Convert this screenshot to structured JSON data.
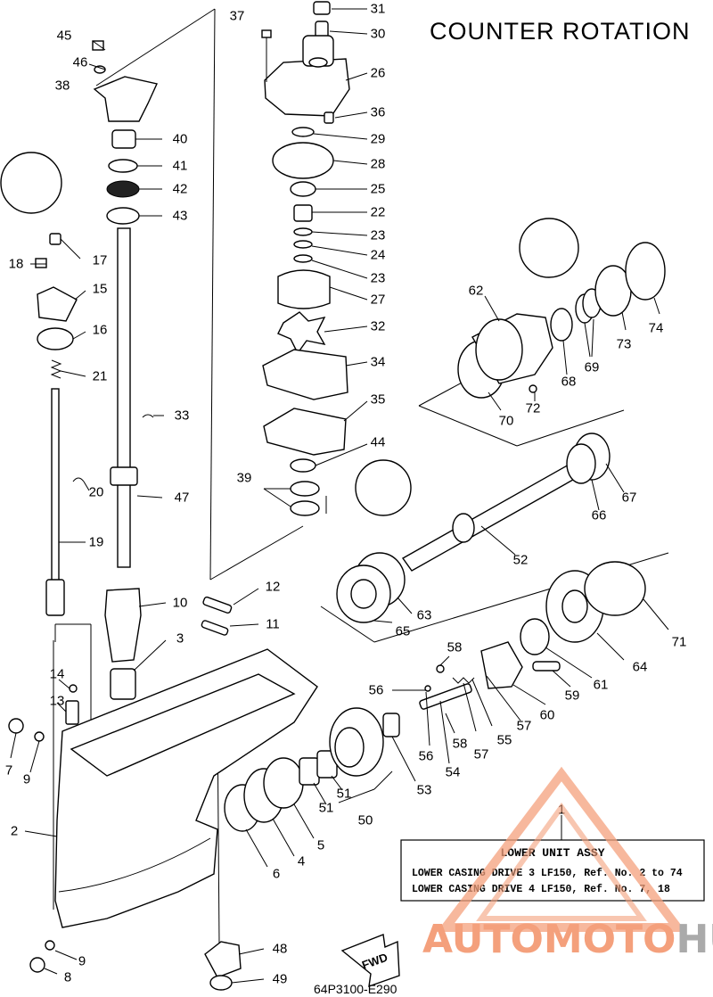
{
  "title": "COUNTER ROTATION",
  "diagram_code": "64P3100-E290",
  "direction_label": "FWD",
  "info_box": {
    "ref_no": "1",
    "heading": "LOWER UNIT ASSY",
    "lines": [
      "LOWER CASING DRIVE 3 LF150, Ref. No. 2 to 74",
      "LOWER CASING DRIVE 4 LF150, Ref. No. 7, 18"
    ]
  },
  "watermark": {
    "part1": "AUTOMOTO",
    "part2": "HUB",
    "color1": "#f4a07c",
    "color2": "#aaaaaa"
  },
  "callouts": [
    {
      "id": "31",
      "label": "31"
    },
    {
      "id": "30",
      "label": "30"
    },
    {
      "id": "37",
      "label": "37"
    },
    {
      "id": "45",
      "label": "45"
    },
    {
      "id": "46",
      "label": "46"
    },
    {
      "id": "38",
      "label": "38"
    },
    {
      "id": "26",
      "label": "26"
    },
    {
      "id": "36",
      "label": "36"
    },
    {
      "id": "40",
      "label": "40"
    },
    {
      "id": "29",
      "label": "29"
    },
    {
      "id": "41",
      "label": "41"
    },
    {
      "id": "28",
      "label": "28"
    },
    {
      "id": "42",
      "label": "42"
    },
    {
      "id": "25",
      "label": "25"
    },
    {
      "id": "43",
      "label": "43"
    },
    {
      "id": "22",
      "label": "22"
    },
    {
      "id": "23a",
      "label": "23"
    },
    {
      "id": "17",
      "label": "17"
    },
    {
      "id": "24",
      "label": "24"
    },
    {
      "id": "18",
      "label": "18"
    },
    {
      "id": "23b",
      "label": "23"
    },
    {
      "id": "15",
      "label": "15"
    },
    {
      "id": "27",
      "label": "27"
    },
    {
      "id": "62",
      "label": "62"
    },
    {
      "id": "74",
      "label": "74"
    },
    {
      "id": "16",
      "label": "16"
    },
    {
      "id": "32",
      "label": "32"
    },
    {
      "id": "73",
      "label": "73"
    },
    {
      "id": "21",
      "label": "21"
    },
    {
      "id": "34",
      "label": "34"
    },
    {
      "id": "69",
      "label": "69"
    },
    {
      "id": "68",
      "label": "68"
    },
    {
      "id": "72",
      "label": "72"
    },
    {
      "id": "35",
      "label": "35"
    },
    {
      "id": "33",
      "label": "33"
    },
    {
      "id": "70",
      "label": "70"
    },
    {
      "id": "44",
      "label": "44"
    },
    {
      "id": "67",
      "label": "67"
    },
    {
      "id": "39",
      "label": "39"
    },
    {
      "id": "20",
      "label": "20"
    },
    {
      "id": "47",
      "label": "47"
    },
    {
      "id": "66",
      "label": "66"
    },
    {
      "id": "19",
      "label": "19"
    },
    {
      "id": "52",
      "label": "52"
    },
    {
      "id": "12",
      "label": "12"
    },
    {
      "id": "63",
      "label": "63"
    },
    {
      "id": "10",
      "label": "10"
    },
    {
      "id": "11",
      "label": "11"
    },
    {
      "id": "65",
      "label": "65"
    },
    {
      "id": "71",
      "label": "71"
    },
    {
      "id": "58a",
      "label": "58"
    },
    {
      "id": "3",
      "label": "3"
    },
    {
      "id": "64",
      "label": "64"
    },
    {
      "id": "14",
      "label": "14"
    },
    {
      "id": "56a",
      "label": "56"
    },
    {
      "id": "61",
      "label": "61"
    },
    {
      "id": "59",
      "label": "59"
    },
    {
      "id": "13",
      "label": "13"
    },
    {
      "id": "60",
      "label": "60"
    },
    {
      "id": "57a",
      "label": "57"
    },
    {
      "id": "58b",
      "label": "58"
    },
    {
      "id": "55",
      "label": "55"
    },
    {
      "id": "57b",
      "label": "57"
    },
    {
      "id": "7",
      "label": "7"
    },
    {
      "id": "9a",
      "label": "9"
    },
    {
      "id": "56b",
      "label": "56"
    },
    {
      "id": "54",
      "label": "54"
    },
    {
      "id": "53",
      "label": "53"
    },
    {
      "id": "51a",
      "label": "51"
    },
    {
      "id": "51b",
      "label": "51"
    },
    {
      "id": "50",
      "label": "50"
    },
    {
      "id": "2",
      "label": "2"
    },
    {
      "id": "5",
      "label": "5"
    },
    {
      "id": "4",
      "label": "4"
    },
    {
      "id": "6",
      "label": "6"
    },
    {
      "id": "48",
      "label": "48"
    },
    {
      "id": "9b",
      "label": "9"
    },
    {
      "id": "8",
      "label": "8"
    },
    {
      "id": "49",
      "label": "49"
    }
  ]
}
